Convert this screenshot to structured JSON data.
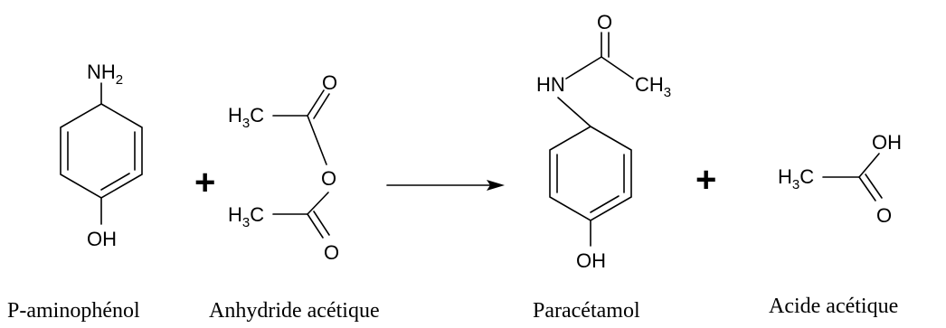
{
  "compounds": [
    {
      "name": "P-aminophénol"
    },
    {
      "name": "Anhydride acétique"
    },
    {
      "name": "Paracétamol"
    },
    {
      "name": "Acide acétique"
    }
  ],
  "operators": {
    "plus_1": "+",
    "plus_2": "+"
  },
  "atoms": {
    "nh2_N": "NH",
    "nh2_sub": "2",
    "oh": "OH",
    "o": "O",
    "h3c_H": "H",
    "h3c_sub": "3",
    "h3c_C": "C",
    "hn": "HN",
    "ch3_CH": "CH",
    "ch3_sub": "3"
  }
}
